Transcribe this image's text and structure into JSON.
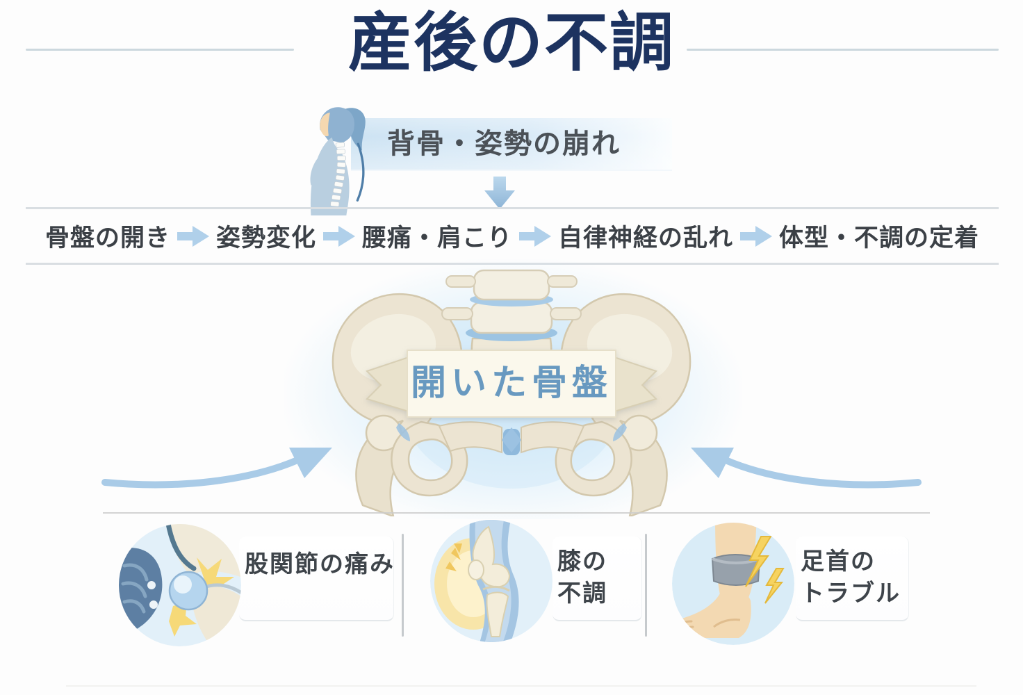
{
  "title": "産後の不調",
  "spine_banner": {
    "label": "背骨・姿勢の崩れ"
  },
  "flow": {
    "items": [
      "骨盤の開き",
      "姿勢変化",
      "腰痛・肩こり",
      "自律神経の乱れ",
      "体型・不調の定着"
    ]
  },
  "pelvis": {
    "ribbon_label": "開いた骨盤"
  },
  "issues": [
    {
      "name": "hip-pain",
      "lines": [
        "股関節の痛み"
      ]
    },
    {
      "name": "knee-trouble",
      "lines": [
        "膝の",
        "不調"
      ]
    },
    {
      "name": "ankle-trouble",
      "lines": [
        "足首の",
        "トラブル"
      ]
    }
  ],
  "icons": {
    "woman": "woman-posture-illustration",
    "down_arrow": "down-arrow-icon",
    "flow_arrow": "right-arrow-icon",
    "pelvis": "open-pelvis-illustration",
    "curved_arrow_left": "curved-arrow-left-icon",
    "curved_arrow_right": "curved-arrow-right-icon",
    "hip": "hip-joint-illustration",
    "knee": "knee-joint-illustration",
    "ankle": "ankle-foot-illustration"
  },
  "colors": {
    "title_navy": "#1d3360",
    "text_dark": "#3e444a",
    "arrow_blue": "#b0d0ea",
    "banner_blue": "#cde3f3",
    "ribbon_text_blue": "#6899c0",
    "ribbon_cream": "#fbf8ec",
    "bone_cream": "#ece4d2",
    "cartilage_blue": "#8fb9dc",
    "pain_yellow": "#f6d978",
    "line_gray": "#d9dee2"
  }
}
